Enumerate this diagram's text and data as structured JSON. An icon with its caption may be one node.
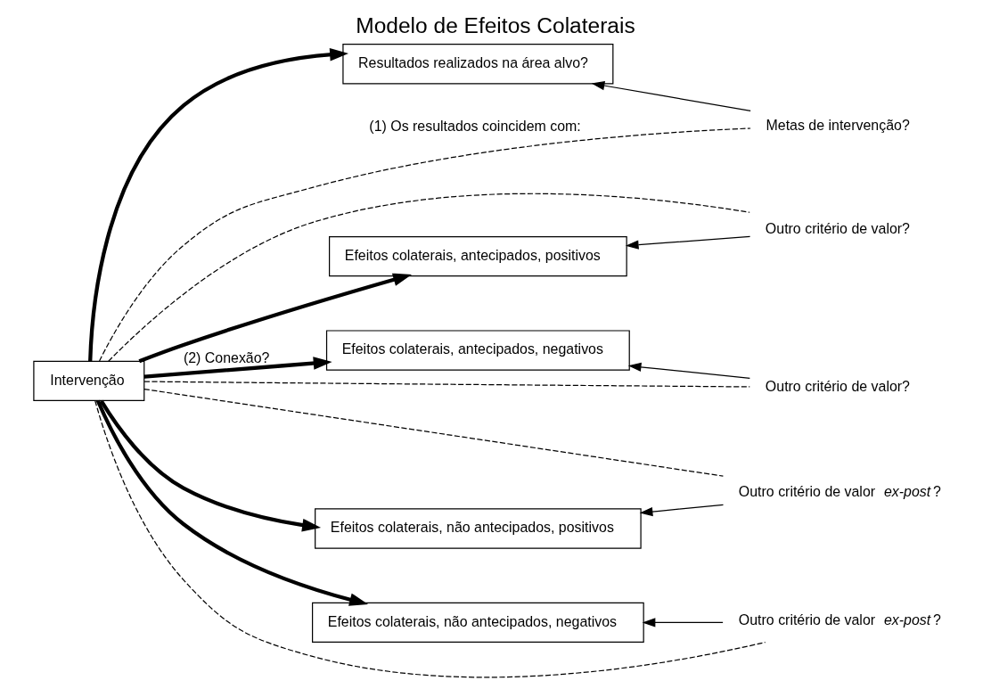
{
  "diagram": {
    "title": "Modelo de Efeitos Colaterais",
    "nodes": [
      {
        "text": [
          "Intervenção"
        ]
      },
      {
        "text": [
          "Resultados realizados na área alvo?"
        ]
      },
      {
        "text": [
          "Efeitos colaterais, antecipados, positivos"
        ]
      },
      {
        "text": [
          "Efeitos colaterais, antecipados, negativos"
        ]
      },
      {
        "text": [
          "Efeitos colaterais, não antecipados, positivos"
        ]
      },
      {
        "text": [
          "Efeitos colaterais, não antecipados, negativos"
        ]
      },
      {
        "text": [
          "Metas de intervenção?"
        ]
      },
      {
        "text": [
          "Outro critério de valor?"
        ]
      },
      {
        "text": [
          "Outro critério de valor?"
        ]
      },
      {
        "text": [
          "Outro critério de valor *ex-post*?"
        ]
      },
      {
        "text": [
          "Outro critério de valor *ex-post*?"
        ]
      }
    ],
    "edges": [
      {
        "from": 0,
        "to": 1,
        "arrow": "to",
        "style": "thick"
      },
      {
        "from": 0,
        "to": 2,
        "arrow": "to",
        "style": "thick"
      },
      {
        "from": 0,
        "to": 3,
        "arrow": "to",
        "style": "thick",
        "label": "(2) Conexão?"
      },
      {
        "from": 0,
        "to": 4,
        "arrow": "to",
        "style": "thick"
      },
      {
        "from": 0,
        "to": 5,
        "arrow": "to",
        "style": "thick"
      },
      {
        "from": 0,
        "to": 6,
        "arrow": "none",
        "style": "dashed",
        "label": "(1) Os resultados coincidem com:"
      },
      {
        "from": 0,
        "to": 7,
        "arrow": "none",
        "style": "dashed"
      },
      {
        "from": 0,
        "to": 8,
        "arrow": "none",
        "style": "dashed"
      },
      {
        "from": 0,
        "to": 9,
        "arrow": "none",
        "style": "dashed"
      },
      {
        "from": 0,
        "to": 10,
        "arrow": "none",
        "style": "dashed"
      },
      {
        "from": 6,
        "to": 1,
        "arrow": "to"
      },
      {
        "from": 7,
        "to": 2,
        "arrow": "to"
      },
      {
        "from": 8,
        "to": 3,
        "arrow": "to"
      },
      {
        "from": 9,
        "to": 4,
        "arrow": "to"
      },
      {
        "from": 10,
        "to": 5,
        "arrow": "to"
      }
    ]
  }
}
